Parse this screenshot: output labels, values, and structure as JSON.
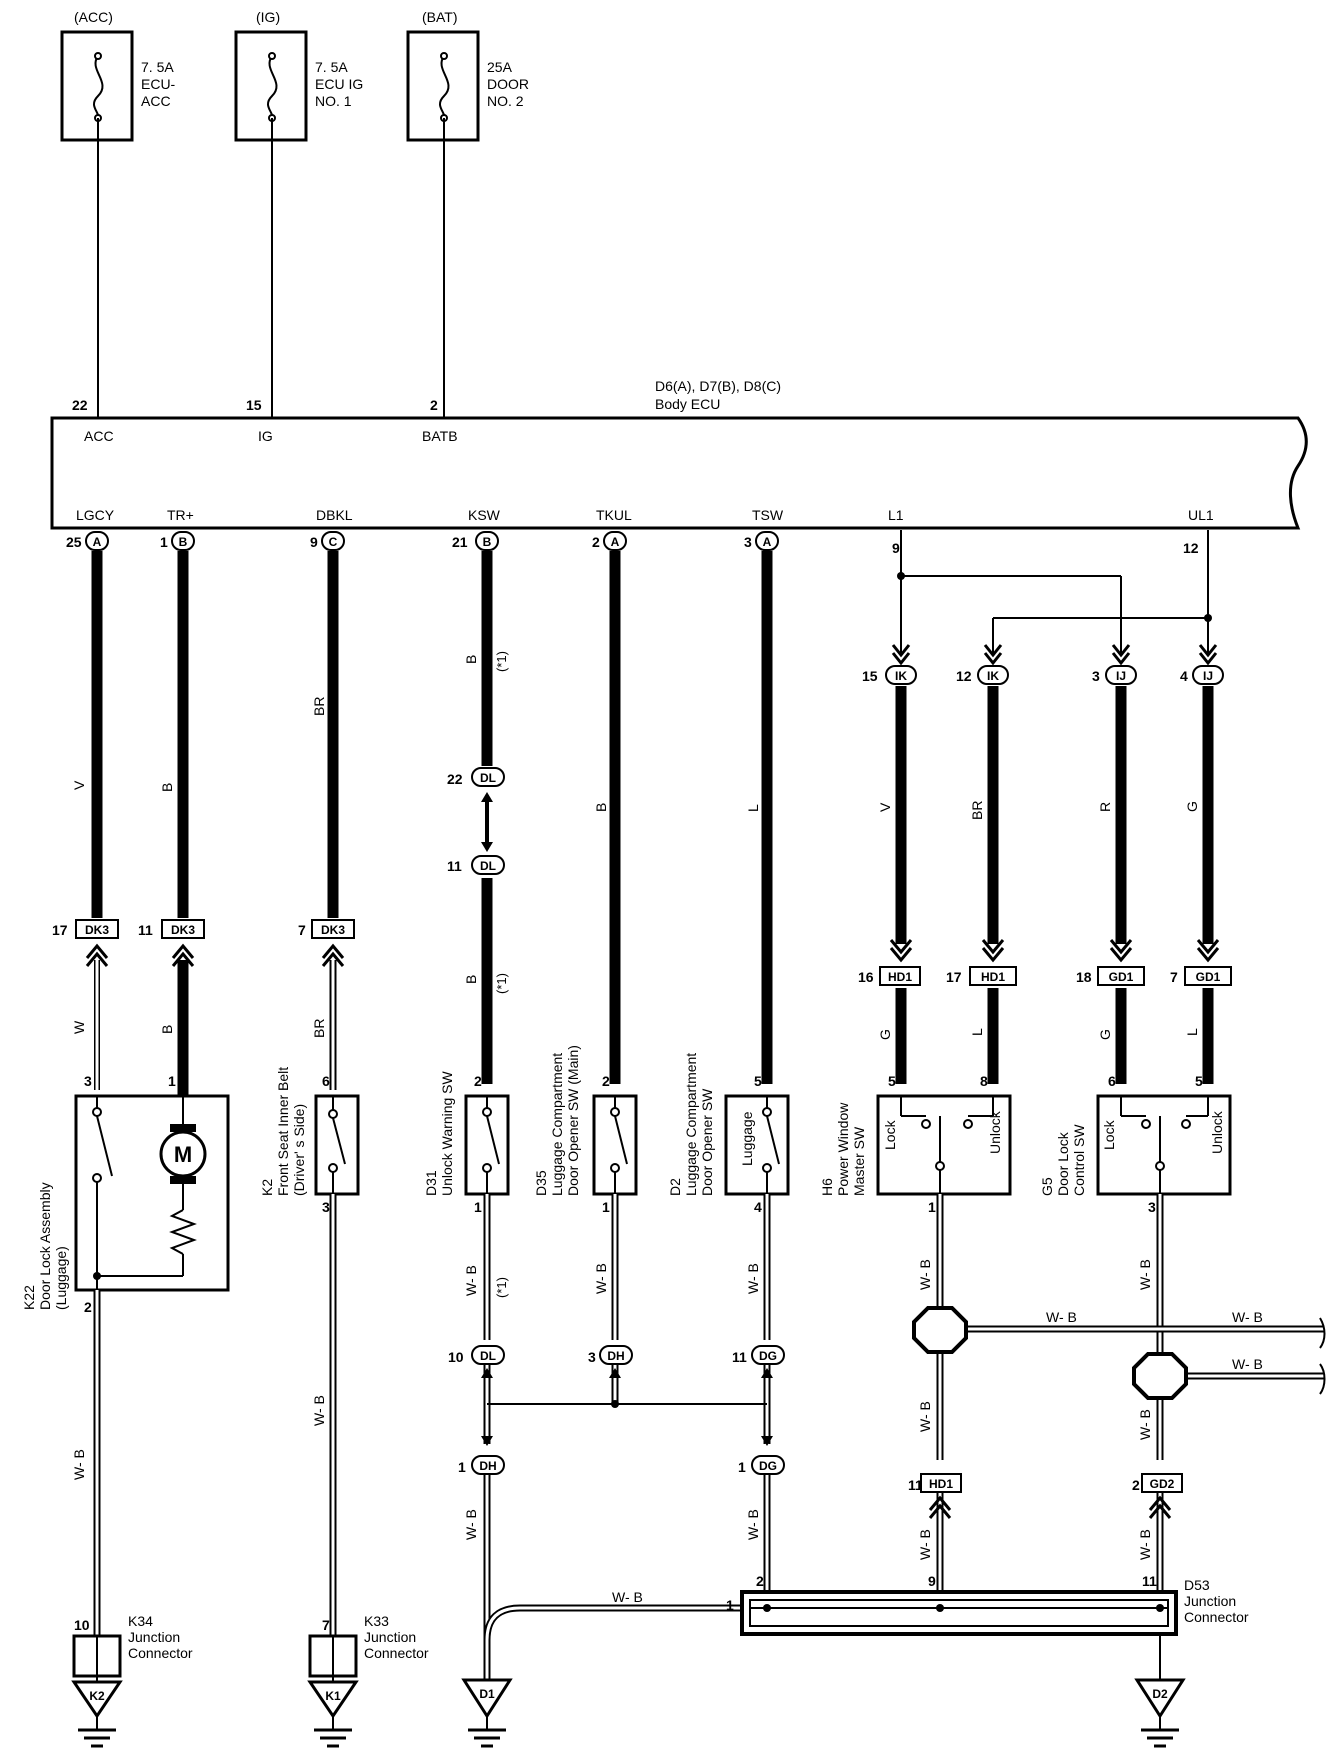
{
  "fuses": [
    {
      "source": "(ACC)",
      "lines": [
        "7. 5A",
        "ECU-",
        "ACC"
      ]
    },
    {
      "source": "(IG)",
      "lines": [
        "7. 5A",
        "ECU IG",
        "NO. 1"
      ]
    },
    {
      "source": "(BAT)",
      "lines": [
        "25A",
        "DOOR",
        "NO. 2"
      ]
    }
  ],
  "ecu": {
    "connectors": "D6(A), D7(B), D8(C)",
    "name": "Body ECU",
    "top_terminals": [
      {
        "pin": "22",
        "label": "ACC"
      },
      {
        "pin": "15",
        "label": "IG"
      },
      {
        "pin": "2",
        "label": "BATB"
      }
    ],
    "bottom_terminals": [
      {
        "pin": "25",
        "conn": "A",
        "label": "LGCY"
      },
      {
        "pin": "1",
        "conn": "B",
        "label": "TR+"
      },
      {
        "pin": "9",
        "conn": "C",
        "label": "DBKL"
      },
      {
        "pin": "21",
        "conn": "B",
        "label": "KSW"
      },
      {
        "pin": "2",
        "conn": "A",
        "label": "TKUL"
      },
      {
        "pin": "3",
        "conn": "A",
        "label": "TSW"
      },
      {
        "pin": "9",
        "label": "L1"
      },
      {
        "pin": "12",
        "label": "UL1"
      }
    ]
  },
  "wire_colors": {
    "v": "V",
    "b": "B",
    "br": "BR",
    "l": "L",
    "r": "R",
    "g": "G",
    "w": "W",
    "wb": "W- B",
    "note": "(*1)"
  },
  "connectors": {
    "dk3": "DK3",
    "dl": "DL",
    "dh": "DH",
    "dg": "DG",
    "ik": "IK",
    "ij": "IJ",
    "hd1": "HD1",
    "gd1": "GD1",
    "gd2": "GD2",
    "k2": "K2",
    "k1": "K1",
    "d1": "D1",
    "d2": "D2"
  },
  "pins": {
    "p17": "17",
    "p11": "11",
    "p7": "7",
    "p3": "3",
    "p1": "1",
    "p2": "2",
    "p8": "8",
    "p22": "22",
    "p10": "10",
    "p15": "15",
    "p12": "12",
    "p4": "4",
    "p16": "16",
    "p18": "18",
    "p5": "5",
    "p6": "6",
    "p9": "9"
  },
  "components": {
    "k22": {
      "id": "K22",
      "lines": [
        "Door Lock Assembly",
        "(Luggage)"
      ]
    },
    "k2": {
      "id": "K2",
      "lines": [
        "Front Seat Inner Belt",
        "(Driver' s Side)"
      ]
    },
    "d31": {
      "id": "D31",
      "lines": [
        "Unlock Warning SW"
      ]
    },
    "d35": {
      "id": "D35",
      "lines": [
        "Luggage Compartment",
        "Door Opener SW (Main)"
      ]
    },
    "d2": {
      "id": "D2",
      "lines": [
        "Luggage Compartment",
        "Door Opener SW"
      ]
    },
    "d2_inner": "Luggage",
    "h6": {
      "id": "H6",
      "lines": [
        "Power Window",
        "Master SW"
      ]
    },
    "g5": {
      "id": "G5",
      "lines": [
        "Door Lock",
        "Control SW"
      ]
    },
    "lock": "Lock",
    "unlock": "Unlock",
    "motor": "M",
    "k34": {
      "id": "K34",
      "lines": [
        "Junction",
        "Connector"
      ]
    },
    "k33": {
      "id": "K33",
      "lines": [
        "Junction",
        "Connector"
      ]
    },
    "d53": {
      "id": "D53",
      "lines": [
        "Junction",
        "Connector"
      ]
    }
  }
}
